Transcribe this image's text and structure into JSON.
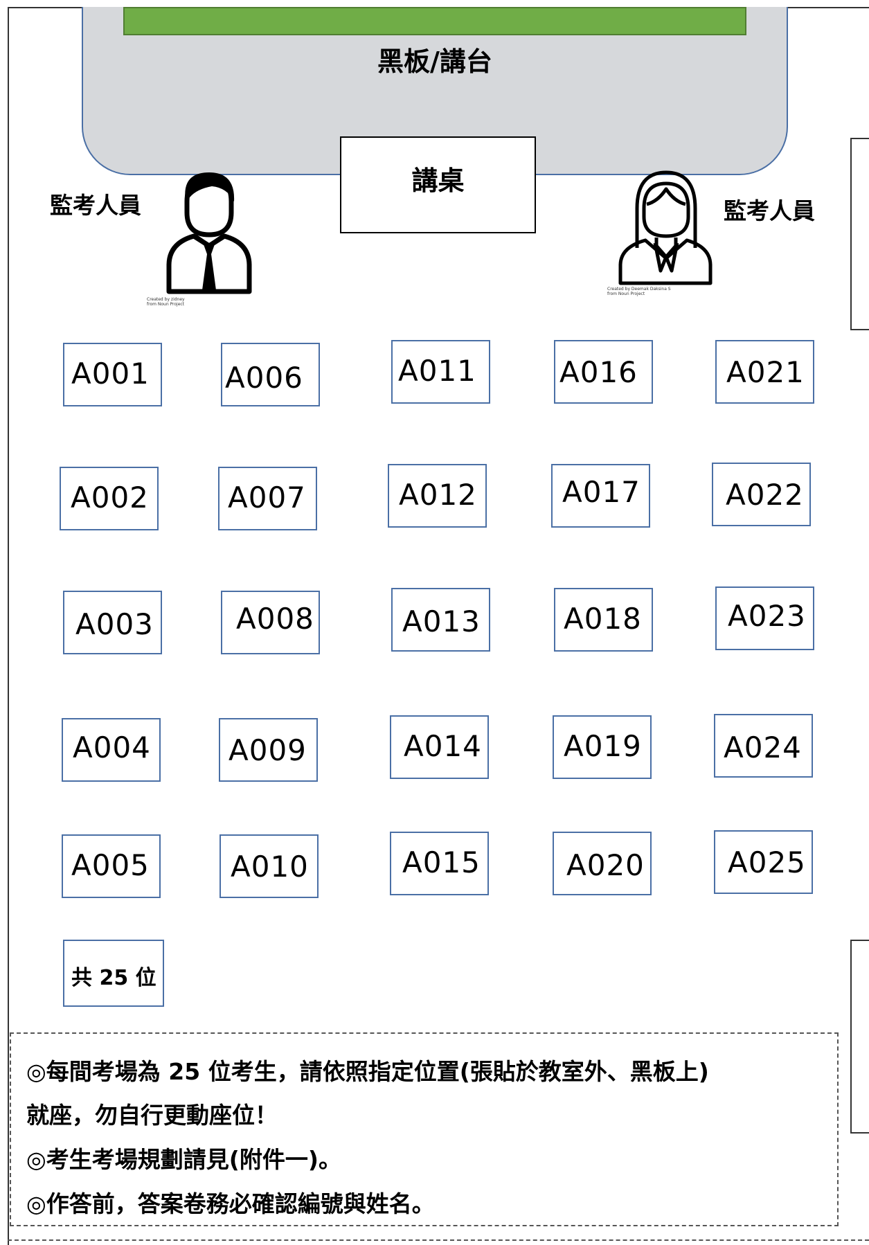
{
  "classroom": {
    "blackboard_label": "黑板/講台",
    "lectern_label": "講桌",
    "proctor_left_label": "監考人員",
    "proctor_right_label": "監考人員",
    "proctor_left_icon": "male-proctor-icon",
    "proctor_right_icon": "female-proctor-icon",
    "credit_left": [
      "Created by zidney",
      "from Noun Project"
    ],
    "credit_right": [
      "Created by Deemak Daksina S",
      "from Noun Project"
    ]
  },
  "seats": {
    "columns": [
      [
        "A001",
        "A002",
        "A003",
        "A004",
        "A005"
      ],
      [
        "A006",
        "A007",
        "A008",
        "A009",
        "A010"
      ],
      [
        "A011",
        "A012",
        "A013",
        "A014",
        "A015"
      ],
      [
        "A016",
        "A017",
        "A018",
        "A019",
        "A020"
      ],
      [
        "A021",
        "A022",
        "A023",
        "A024",
        "A025"
      ]
    ],
    "total_label": "共 25 位"
  },
  "notes": [
    "◎每間考場為 25 位考生，請依照指定位置(張貼於教室外、黑板上)",
    " 就座，勿自行更動座位！",
    "◎考生考場規劃請見(附件一)。",
    "◎作答前，答案卷務必確認編號與姓名。"
  ],
  "colors": {
    "blackboard": "#70ad47",
    "podium": "#d6d8db",
    "seat_border": "#4a6fa5"
  }
}
